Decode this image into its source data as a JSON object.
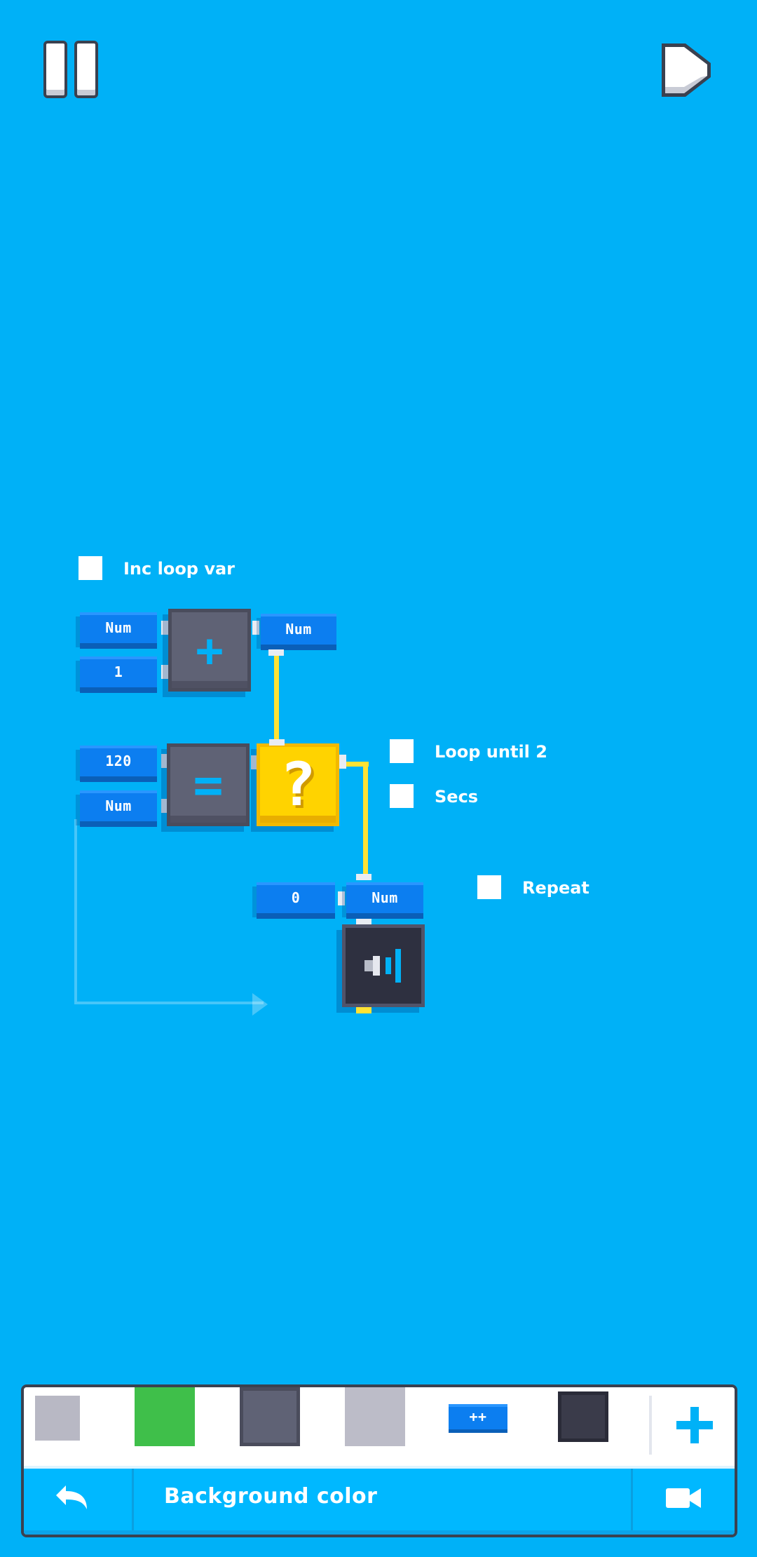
{
  "canvas": {
    "checkboxes": [
      {
        "id": "inc",
        "label": "Inc loop var"
      },
      {
        "id": "loop",
        "label": "Loop until 2"
      },
      {
        "id": "secs",
        "label": "Secs"
      },
      {
        "id": "repeat",
        "label": "Repeat"
      }
    ],
    "nodes": {
      "add_in_a": "Num",
      "add_in_b": "1",
      "add_symbol": "+",
      "add_out": "Num",
      "eq_in_a": "120",
      "eq_in_b": "Num",
      "eq_symbol": "=",
      "cond_symbol": "?",
      "sound_in_a": "0",
      "sound_in_b": "Num"
    }
  },
  "toolbar": {
    "palette": [
      {
        "name": "light-gray",
        "color": "#b8b8c4"
      },
      {
        "name": "green",
        "color": "#3fbf4a"
      },
      {
        "name": "dark-gray",
        "color": "#5f6275"
      },
      {
        "name": "silver",
        "color": "#bcbcc8"
      },
      {
        "name": "increment",
        "label": "++",
        "color": "#0c7ef0"
      },
      {
        "name": "charcoal",
        "color": "#3a3b4a"
      }
    ],
    "title": "Background color"
  },
  "colors": {
    "background": "#00b1f7",
    "wire": "#ffe234",
    "node_blue": "#0c7ef0",
    "condition_yellow": "#ffd300"
  }
}
